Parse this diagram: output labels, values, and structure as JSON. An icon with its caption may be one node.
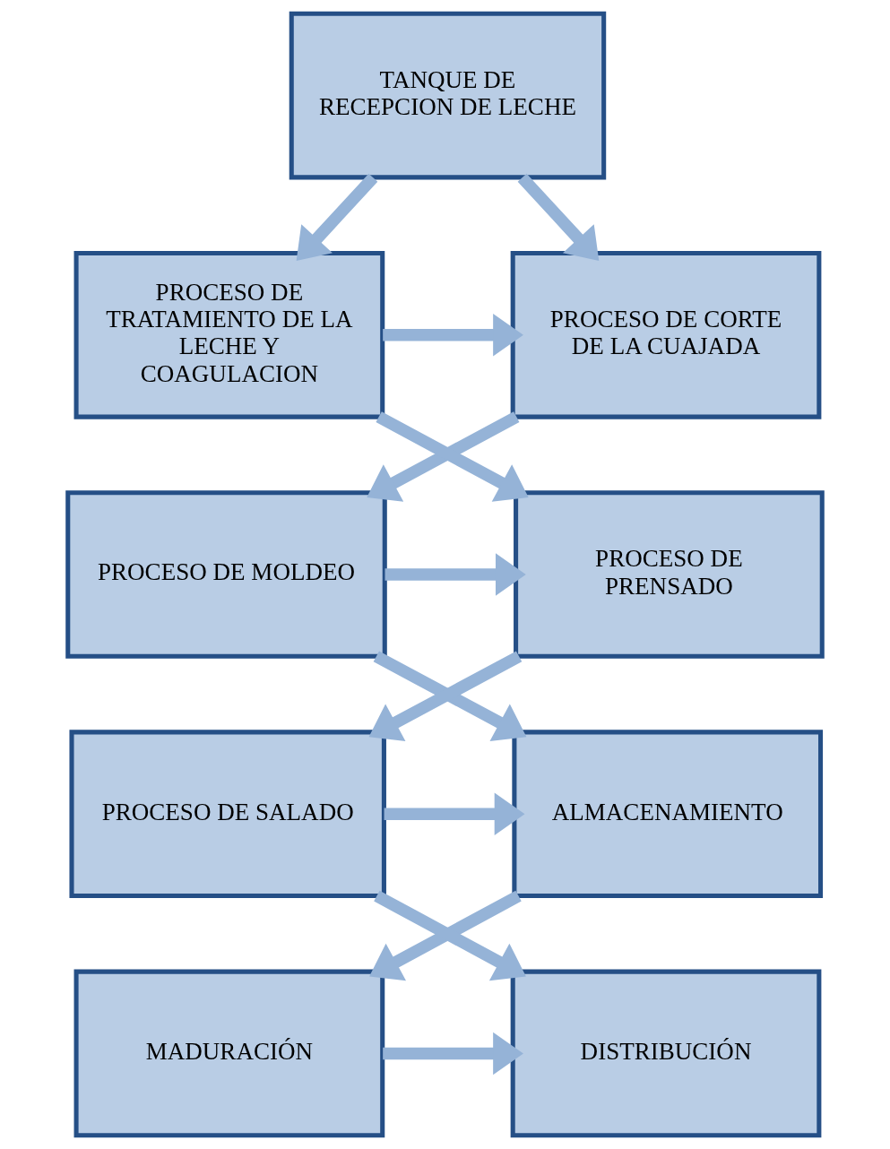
{
  "diagram": {
    "nodes": [
      {
        "text": [
          "TANQUE DE RECEPCION DE LECHE"
        ]
      },
      {
        "text": [
          "PROCESO DE CORTE DE LA CUAJADA"
        ]
      },
      {
        "text": [
          "PROCESO DE TRATAMIENTO DE LA LECHE Y COAGULACION"
        ]
      },
      {
        "text": [
          "PROCESO DE MOLDEO"
        ]
      },
      {
        "text": [
          "PROCESO DE PRENSADO"
        ]
      },
      {
        "text": [
          "ALMACENAMIENTO"
        ]
      },
      {
        "text": [
          "PROCESO DE SALADO"
        ]
      },
      {
        "text": [
          "MADURACIÓN"
        ]
      },
      {
        "text": [
          "DISTRIBUCIÓN"
        ]
      }
    ],
    "edges": [
      {
        "from": 0,
        "to": 1,
        "arrow": "to"
      },
      {
        "from": 0,
        "to": 2,
        "arrow": "to"
      },
      {
        "from": 2,
        "to": 1,
        "arrow": "to"
      },
      {
        "from": 1,
        "to": 3,
        "arrow": "to"
      },
      {
        "from": 2,
        "to": 4,
        "arrow": "to"
      },
      {
        "from": 3,
        "to": 4,
        "arrow": "to"
      },
      {
        "from": 3,
        "to": 5,
        "arrow": "to"
      },
      {
        "from": 4,
        "to": 6,
        "arrow": "to"
      },
      {
        "from": 6,
        "to": 5,
        "arrow": "to"
      },
      {
        "from": 5,
        "to": 7,
        "arrow": "to"
      },
      {
        "from": 6,
        "to": 8,
        "arrow": "to"
      },
      {
        "from": 7,
        "to": 8,
        "arrow": "to"
      }
    ]
  }
}
